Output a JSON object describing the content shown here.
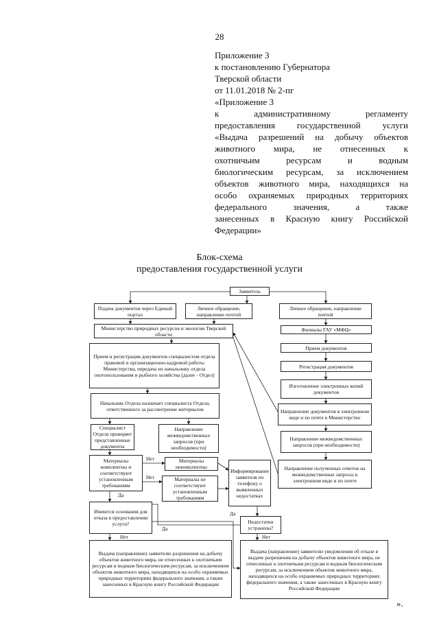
{
  "page_number": "28",
  "appendix_lines": [
    "Приложение 3",
    "к постановлению Губернатора",
    "Тверской области",
    "от 11.01.2018 № 2-пг",
    "«Приложение 3"
  ],
  "appendix_justified": [
    "к административному регламенту",
    "предоставления государственной услуги",
    "«Выдача разрешений на добычу объектов",
    "животного мира, не отнесенных к",
    "охотничьим ресурсам и водным",
    "биологическим ресурсам, за исключением",
    "объектов животного мира, находящихся на",
    "особо охраняемых природных территориях",
    "федерального значения, а также",
    "занесенных в Красную книгу Российской"
  ],
  "appendix_last": "Федерации»",
  "title_line1": "Блок-схема",
  "title_line2": "предоставления государственной услуги",
  "boxes": {
    "applicant": "Заявитель",
    "portal": "Подача документов через Единый портал",
    "personal_mail": "Личное обращение, направление почтой",
    "personal_mail_right": "Личное обращение, направление почтой",
    "ministry": "Министерство природных ресурсов и экологии Тверской области",
    "mfc_branches": "Филиалы ГАУ «МФЦ»",
    "reception_registration": "Прием и регистрация документов специалистом отдела правовой и организационно-кадровой работы Министерства, передача их начальнику отдела охотопользования и рыбного хозяйства (далее - Отдел)",
    "mfc_reception": "Прием документов",
    "mfc_registration": "Регистрация документов",
    "mfc_copies": "Изготовление электронных копий документов",
    "mfc_send": "Направление документов в электронном виде и по почте в Министерство",
    "head_assigns": "Начальник Отдела назначает специалиста Отдела, ответственного за рассмотрение материалов",
    "mfc_requests": "Направление межведомственных запросов (при необходимости)",
    "specialist_checks": "Специалист Отдела проверяет представленные документы",
    "ministry_requests": "Направление межведомственных запросов (при необходимости)",
    "mfc_answers": "Направление полученных ответов на межведомственные запросы в электронном виде и по почте",
    "complete_q": "Материалы комплектны и соответствуют установленным требованиям",
    "incomplete": "Материалы некомплектны",
    "not_compliant": "Материалы не соответствуют установленным требованиям",
    "inform": "Информирование заявителя по телефону о выявленных недостатках",
    "refusal_q": "Имеются основания для отказа в предоставлении услуги?",
    "fixed_q": "Недостатки устранены?",
    "issue_permit": "Выдача (направление) заявителю разрешения на добычу объектов животного мира, не отнесенных к охотничьим ресурсам и водным биологическим ресурсам, за исключением объектов животного мира, находящихся на особо охраняемых природных территориях федерального значения, а также занесенных в Красную книгу Российской Федерации",
    "issue_refusal": "Выдача (направление) заявителю уведомления об отказе в выдаче разрешения на добычу объектов животного мира, не отнесенных к охотничьим ресурсам и водным биологическим ресурсам, за исключением объектов животного мира, находящихся на особо охраняемых природных территориях федерального значения, а также занесенных в Красную книгу Российской Федерации"
  },
  "labels": {
    "no1": "Нет",
    "no2": "Нет",
    "yes1": "Да",
    "yes2": "Да",
    "yes3": "Да",
    "no3": "Нет",
    "no4": "Нет"
  },
  "closing_mark": "».",
  "colors": {
    "ink": "#222222",
    "paper": "#ffffff"
  }
}
